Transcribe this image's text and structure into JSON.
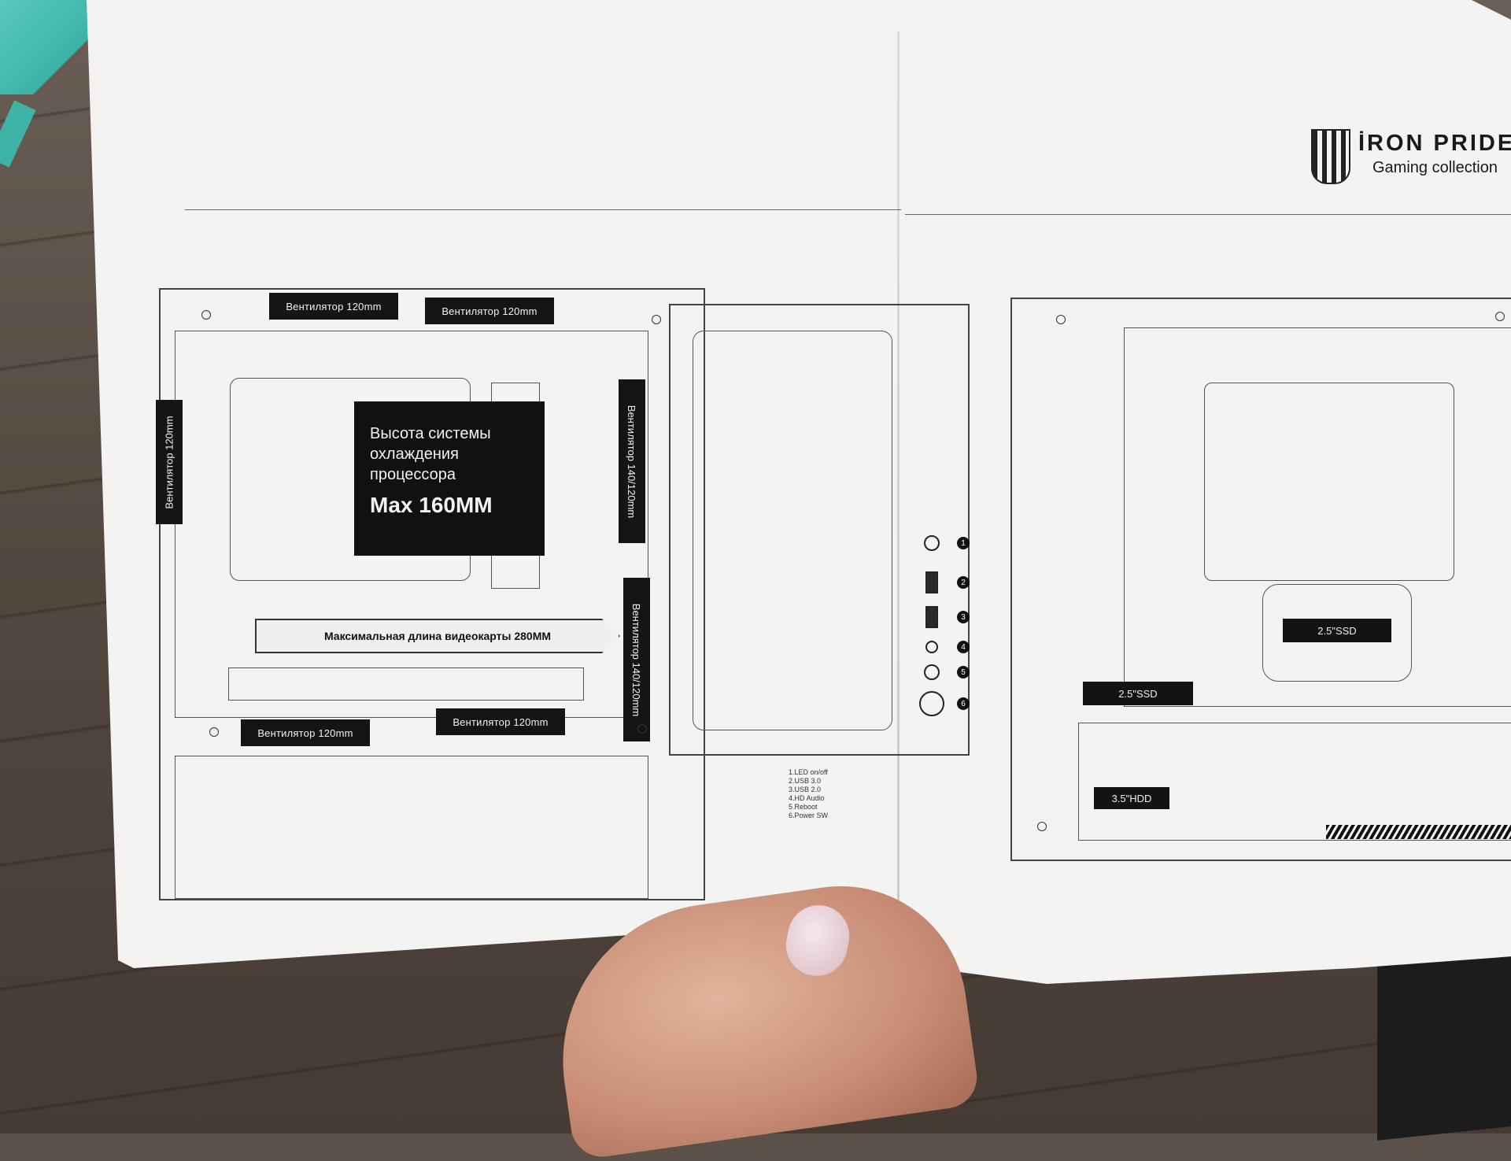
{
  "brand": {
    "name": "İRON PRIDE",
    "tagline": "Gaming collection"
  },
  "left_diagram": {
    "fan_top_left": "Вентилятор 120mm",
    "fan_top_right": "Вентилятор 120mm",
    "fan_side": "Вентилятор 120mm",
    "fan_front_top": "Вентилятор 140/120mm",
    "fan_front_bottom": "Вентилятор 140/120mm",
    "fan_bottom_left": "Вентилятор 120mm",
    "fan_bottom_right": "Вентилятор 120mm",
    "cooler_text": "Высота системы охлаждения процессора",
    "cooler_max": "Max 160MM",
    "gpu_length": "Максимальная длина видеокарты 280MM"
  },
  "front_panel": {
    "port_numbers": [
      "1",
      "2",
      "3",
      "4",
      "5",
      "6"
    ],
    "legend": [
      "1.LED on/off",
      "2.USB 3.0",
      "3.USB 2.0",
      "4.HD Audio",
      "5.Reboot",
      "6.Power SW"
    ]
  },
  "right_diagram": {
    "ssd_top": "2.5\"SSD",
    "ssd_bottom": "2.5\"SSD",
    "hdd": "3.5\"HDD"
  }
}
